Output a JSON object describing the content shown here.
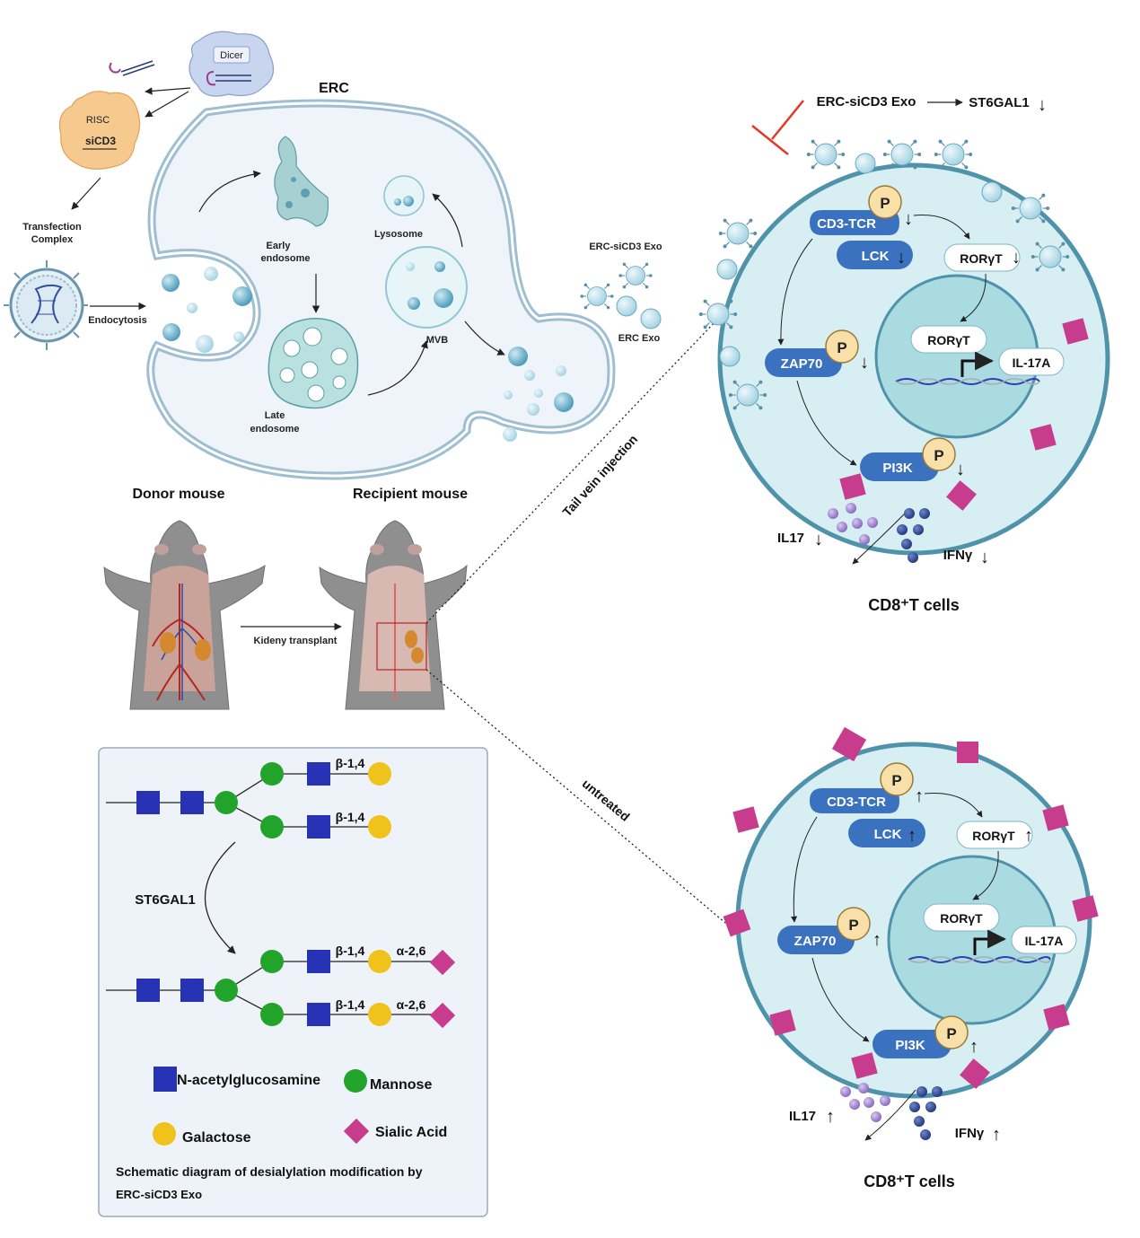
{
  "colors": {
    "cell_fill": "#d7eef3",
    "cell_stroke": "#4f93ab",
    "nucleus_fill": "#a9dbe1",
    "protein_pill": "#3a72c0",
    "phospho": "#f8e0a8",
    "sialic_acid": "#c83c8d",
    "mannose": "#22a42a",
    "galactose": "#f0c21c",
    "glcnac": "#2832b4",
    "inhibit_red": "#e23a2a",
    "erc_fill": "#eef4f9"
  },
  "erc": {
    "title": "ERC",
    "dicer": "Dicer",
    "risc": "RISC",
    "sicd3": "siCD3",
    "transfection": [
      "Transfection",
      "Complex"
    ],
    "endocytosis": "Endocytosis",
    "early_endosome": [
      "Early",
      "endosome"
    ],
    "late_endosome": [
      "Late",
      "endosome"
    ],
    "lysosome": "Lysosome",
    "mvb": "MVB",
    "erc_sicd3_exo": "ERC-siCD3 Exo",
    "erc_exo": "ERC Exo"
  },
  "mice": {
    "donor": "Donor mouse",
    "recipient": "Recipient mouse",
    "transplant": "Kideny transplant",
    "tail_vein": "Tail vein injection",
    "untreated": "untreated"
  },
  "top_cell": {
    "header_left": "ERC-siCD3 Exo",
    "header_right": "ST6GAL1",
    "header_arrow": "↓",
    "cd3tcr": "CD3-TCR",
    "lck": "LCK",
    "roryt": "RORγT",
    "roryt_nuc": "RORγT",
    "zap70": "ZAP70",
    "pi3k": "PI3K",
    "il17a": "IL-17A",
    "p": "P",
    "arrow": "↓",
    "il17": "IL17",
    "ifng": "IFNγ",
    "caption": "CD8⁺T cells"
  },
  "bottom_cell": {
    "cd3tcr": "CD3-TCR",
    "lck": "LCK",
    "roryt": "RORγT",
    "roryt_nuc": "RORγT",
    "zap70": "ZAP70",
    "pi3k": "PI3K",
    "il17a": "IL-17A",
    "p": "P",
    "arrow": "↑",
    "il17": "IL17",
    "ifng": "IFNγ",
    "caption": "CD8⁺T cells"
  },
  "glycan_panel": {
    "beta14": "β-1,4",
    "alpha26": "α-2,6",
    "enzyme": "ST6GAL1",
    "legend": {
      "glcnac": "N-acetylglucosamine",
      "mannose": "Mannose",
      "galactose": "Galactose",
      "sialic": "Sialic Acid"
    },
    "caption_line1": "Schematic diagram of desialylation modification by",
    "caption_line2": "ERC-siCD3 Exo"
  }
}
